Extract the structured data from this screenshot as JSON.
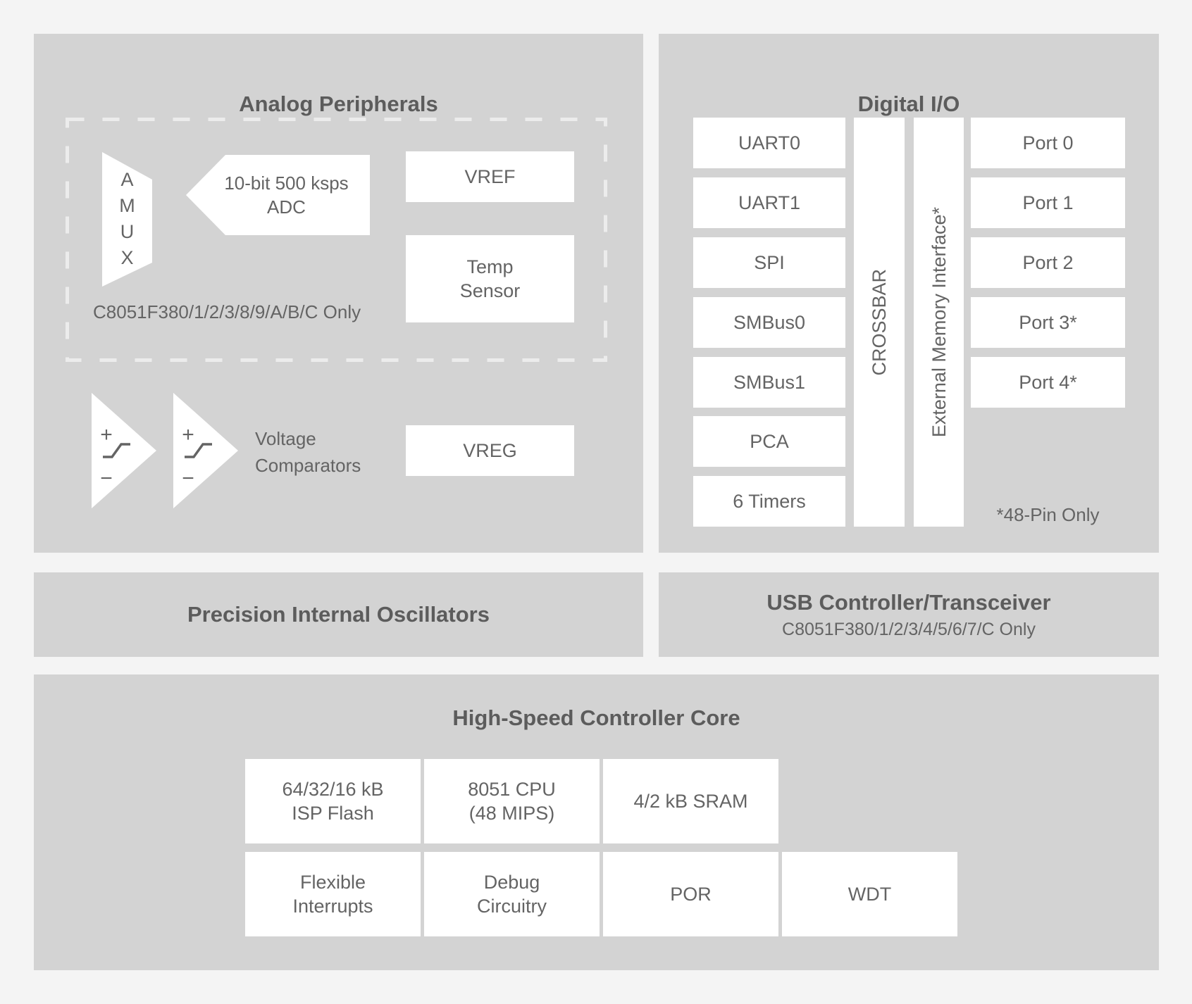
{
  "colors": {
    "bg": "#f4f4f4",
    "panel": "#d3d3d3",
    "box": "#ffffff",
    "text": "#646464",
    "title": "#5c5c5c",
    "dash": "#ececec"
  },
  "analog": {
    "title": "Analog Peripherals",
    "amux": "A\nM\nU\nX",
    "adc": "10-bit 500 ksps\nADC",
    "vref": "VREF",
    "temp": "Temp\nSensor",
    "note": "C8051F380/1/2/3/8/9/A/B/C Only",
    "plus": "+",
    "minus": "−",
    "comparators_label": "Voltage\nComparators",
    "vreg": "VREG"
  },
  "digital": {
    "title": "Digital I/O",
    "peripherals": [
      "UART0",
      "UART1",
      "SPI",
      "SMBus0",
      "SMBus1",
      "PCA",
      "6 Timers"
    ],
    "crossbar": "CROSSBAR",
    "emi": "External Memory Interface*",
    "ports": [
      "Port 0",
      "Port 1",
      "Port 2",
      "Port 3*",
      "Port 4*"
    ],
    "footnote": "*48-Pin Only"
  },
  "osc": {
    "title": "Precision Internal Oscillators"
  },
  "usb": {
    "title": "USB Controller/Transceiver",
    "subtitle": "C8051F380/1/2/3/4/5/6/7/C Only"
  },
  "core": {
    "title": "High-Speed Controller Core",
    "row1": [
      "64/32/16 kB\nISP Flash",
      "8051 CPU\n(48 MIPS)",
      "4/2 kB SRAM"
    ],
    "row2": [
      "Flexible\nInterrupts",
      "Debug\nCircuitry",
      "POR",
      "WDT"
    ]
  }
}
